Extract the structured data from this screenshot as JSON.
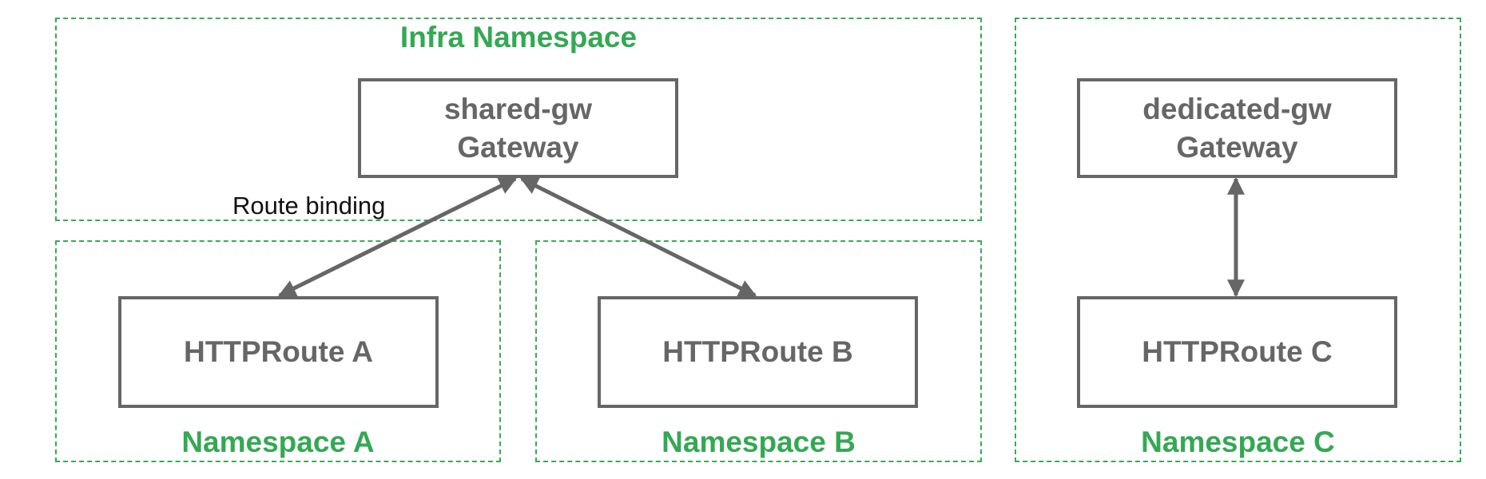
{
  "colors": {
    "namespace_border": "#3aaa55",
    "namespace_label": "#34a853",
    "box_border": "#666666",
    "box_text": "#666666",
    "arrow": "#666666",
    "route_label": "#111111"
  },
  "namespaces": {
    "infra": {
      "label": "Infra Namespace"
    },
    "a": {
      "label": "Namespace A"
    },
    "b": {
      "label": "Namespace B"
    },
    "c": {
      "label": "Namespace C"
    }
  },
  "gateways": {
    "shared": {
      "name": "shared-gw",
      "kind": "Gateway"
    },
    "dedicated": {
      "name": "dedicated-gw",
      "kind": "Gateway"
    }
  },
  "routes": {
    "a": {
      "label": "HTTPRoute A"
    },
    "b": {
      "label": "HTTPRoute B"
    },
    "c": {
      "label": "HTTPRoute C"
    }
  },
  "edge_label": "Route binding"
}
